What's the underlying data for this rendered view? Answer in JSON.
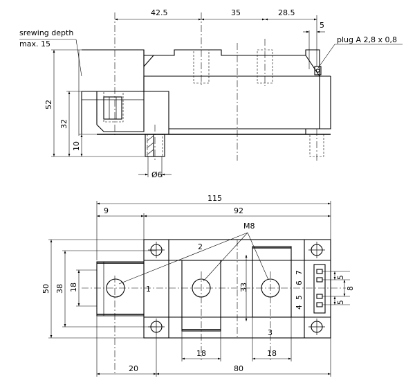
{
  "side_view": {
    "dims_top": [
      "42.5",
      "35",
      "28.5"
    ],
    "dim_5": "5",
    "plug_label": "plug A 2,8 x 0,8",
    "screwing_label_1": "srewing depth",
    "screwing_label_2": "max. 15",
    "dim_52": "52",
    "dim_32": "32",
    "dim_10": "10",
    "dim_dia6": "Ø6"
  },
  "top_view": {
    "dim_115": "115",
    "dim_9": "9",
    "dim_92": "92",
    "thread_label": "M8",
    "terminal_1": "1",
    "terminal_2": "2",
    "terminal_3": "3",
    "dim_50": "50",
    "dim_38": "38",
    "dim_18_left": "18",
    "dim_33": "33",
    "dim_18_bottom_a": "18",
    "dim_18_bottom_b": "18",
    "dim_20": "20",
    "dim_80": "80",
    "pins": [
      "7",
      "6",
      "5",
      "4"
    ],
    "pin_dim_5a": "5",
    "pin_dim_8": "8",
    "pin_dim_5b": "5"
  }
}
